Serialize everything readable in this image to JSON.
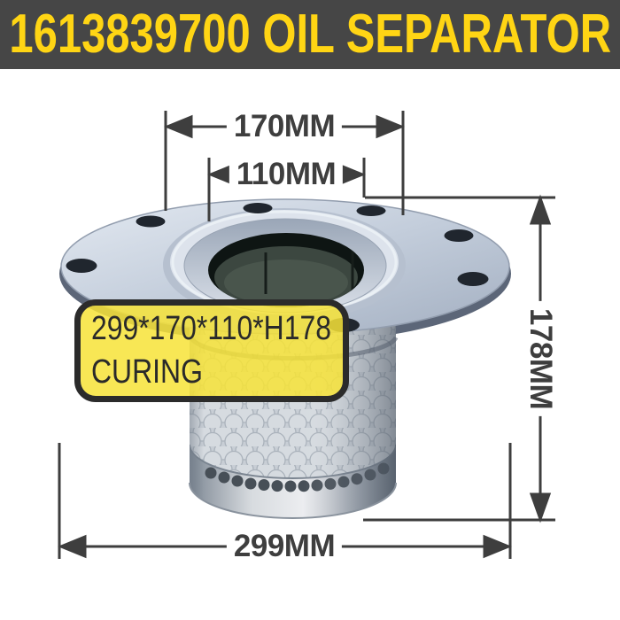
{
  "banner": {
    "title": "1613839700 OIL SEPARATOR"
  },
  "product": {
    "type": "oil-separator-filter-element",
    "sticker": {
      "line1": "299*170*110*H178",
      "line2": "CURING"
    }
  },
  "dimensions": {
    "flange_inner_ring_width": "170MM",
    "center_hole_width": "110MM",
    "body_height": "178MM",
    "flange_outer_width": "299MM"
  },
  "colors": {
    "banner_bg": "#464646",
    "banner_text": "#FFD514",
    "dimension_lines": "#3E3E3E",
    "sticker_bg": "#F7E337",
    "sticker_border": "#2B2B2B",
    "flange_metal": "#C3CDDB",
    "filter_body": "#CDD3DA"
  }
}
